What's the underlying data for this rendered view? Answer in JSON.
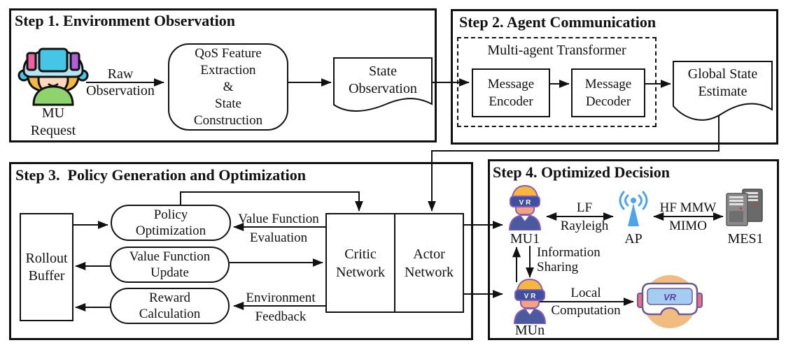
{
  "step1": {
    "title": "Step 1. Environment Observation",
    "mu": {
      "line1": "MU",
      "line2": "Request"
    },
    "raw": {
      "line1": "Raw",
      "line2": "Observation"
    },
    "qos": {
      "lines": [
        "QoS Feature",
        "Extraction",
        "&",
        "State",
        "Construction"
      ]
    },
    "state_obs": {
      "line1": "State",
      "line2": "Observation"
    }
  },
  "step2": {
    "title": "Step 2. Agent Communication",
    "transformer_label": "Multi-agent Transformer",
    "encoder": {
      "line1": "Message",
      "line2": "Encoder"
    },
    "decoder": {
      "line1": "Message",
      "line2": "Decoder"
    },
    "global_state": {
      "line1": "Global State",
      "line2": "Estimate"
    }
  },
  "step3": {
    "title": "Step 3.  Policy Generation and Optimization",
    "rollout": {
      "line1": "Rollout",
      "line2": "Buffer"
    },
    "policy": {
      "line1": "Policy",
      "line2": "Optimization"
    },
    "value_update": {
      "line1": "Value Function",
      "line2": "Update"
    },
    "reward": {
      "line1": "Reward",
      "line2": "Calculation"
    },
    "value_eval": {
      "line1": "Value Function",
      "line2": "Evaluation"
    },
    "env_feedback": {
      "line1": "Environment",
      "line2": "Feedback"
    },
    "critic": {
      "line1": "Critic",
      "line2": "Network"
    },
    "actor": {
      "line1": "Actor",
      "line2": "Network"
    }
  },
  "step4": {
    "title": "Step 4. Optimized Decision",
    "mu1_label": "MU1",
    "mun_label": "MUn",
    "info": {
      "line1": "Information",
      "line2": "Sharing"
    },
    "lf": {
      "line1": "LF",
      "line2": "Rayleigh"
    },
    "hf": {
      "line1": "HF MMW",
      "line2": "MIMO"
    },
    "local": {
      "line1": "Local",
      "line2": "Computation"
    },
    "ap_label": "AP",
    "mes_label": "MES1",
    "vr_logo": "VR",
    "goggles_logo": "V R"
  },
  "colors": {
    "line": "#111111",
    "mu_visor": "#b3e6f0",
    "mu_screen": "#45c6e6",
    "mu_panel_left": "#f0609e",
    "mu_panel_right": "#b45ddd",
    "mu_hair": "#f5b942",
    "mu_skin": "#fbd7bd",
    "mu_shirt": "#8ed36d",
    "agent_hair": "#f5b83d",
    "agent_goggles": "#3d4fa1",
    "agent_skin": "#f2a57c",
    "agent_body": "#4a5a9f",
    "agent_outline": "#8a5bb8",
    "ap_blue": "#4da3ee",
    "server_gray": "#8a8a8a",
    "server_dark": "#6a6a6a",
    "vr_circle": "#f1bc80",
    "vr_panel": "#a5cdf2",
    "vr_strap": "#ee6e85",
    "vr_outline": "#6b5b95"
  }
}
